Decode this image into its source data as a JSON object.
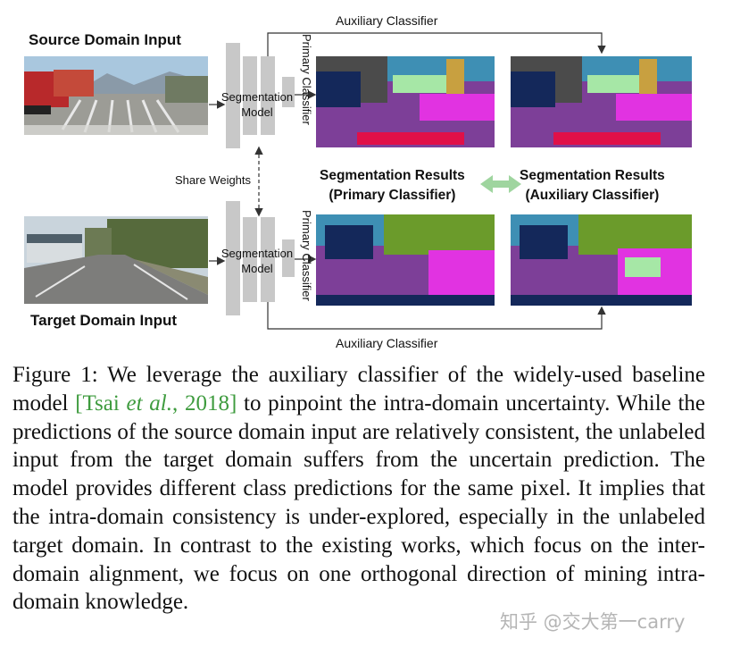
{
  "figure": {
    "source_title": "Source Domain Input",
    "target_title": "Target Domain Input",
    "aux_top": "Auxiliary Classifier",
    "aux_bottom": "Auxiliary Classifier",
    "share_weights": "Share Weights",
    "seg_model_line1": "Segmentation",
    "seg_model_line2": "Model",
    "primary_classifier": "Primary Classifier",
    "result_primary_line1": "Segmentation Results",
    "result_primary_line2": "(Primary Classifier)",
    "result_aux_line1": "Segmentation Results",
    "result_aux_line2": "(Auxiliary Classifier)"
  },
  "caption": {
    "prefix": "Figure 1:  We leverage the auxiliary classifier of the widely-used baseline model ",
    "cite_author": "Tsai ",
    "cite_etal": "et al.",
    "cite_year": ", 2018",
    "suffix": " to pinpoint the intra-domain uncertainty. While the predictions of the source domain input are relatively consistent, the unlabeled input from the target domain suffers from the uncertain prediction.  The model provides different class predictions for the same pixel. It implies that the intra-domain consistency is under-explored, especially in the unlabeled target domain.  In contrast to the existing works, which focus on the inter-domain alignment, we focus on one orthogonal direction of mining intra-domain knowledge."
  },
  "watermark": "知乎 @交大第一carry",
  "colors": {
    "road": "#7d3f98",
    "sidewalk": "#e133e1",
    "sky": "#3e8fb4",
    "vegetation": "#6b9b2b",
    "building": "#4b4b4b",
    "car": "#14285a",
    "light": "#a6e7a6",
    "red": "#e01048",
    "arrow_green": "#9fd59f",
    "layer_gray": "#c8c8c8"
  }
}
